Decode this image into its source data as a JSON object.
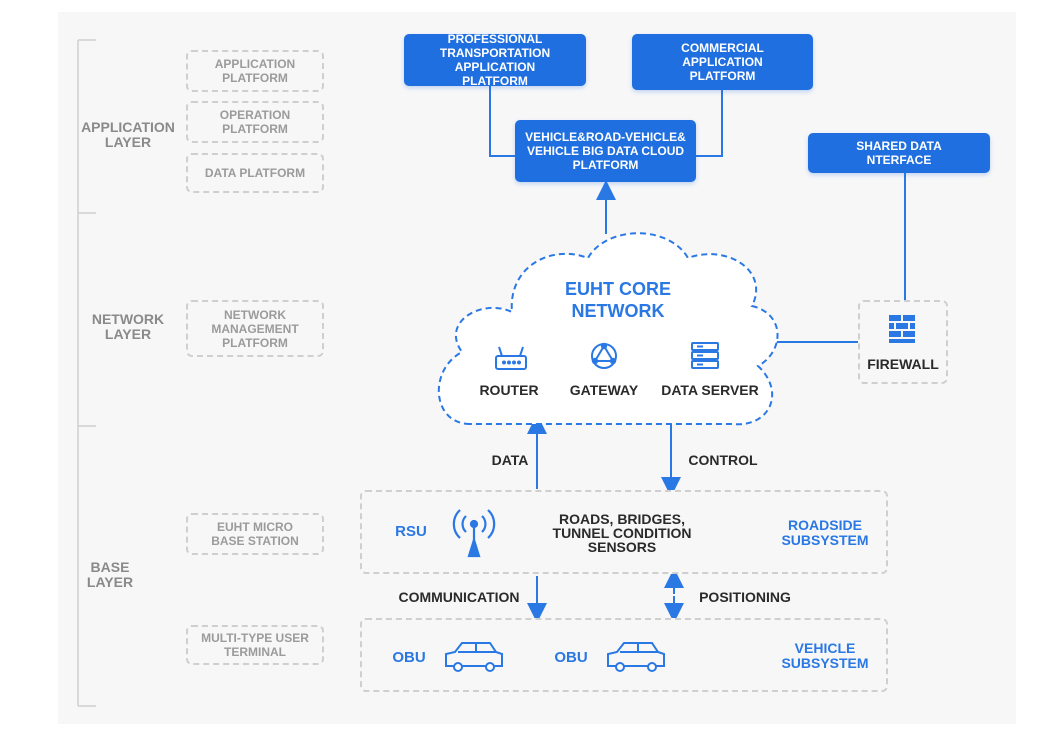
{
  "layers": {
    "application": "APPLICATION LAYER",
    "network": "NETWORK LAYER",
    "base": "BASE LAYER"
  },
  "left_boxes": {
    "application_platform": "APPLICATION PLATFORM",
    "operation_platform": "OPERATION PLATFORM",
    "data_platform": "DATA PLATFORM",
    "network_management": "NETWORK MANAGEMENT PLATFORM",
    "euht_micro": "EUHT MICRO BASE STATION",
    "multi_type": "MULTI-TYPE USER TERMINAL"
  },
  "top_boxes": {
    "professional": "PROFESSIONAL TRANSPORTATION APPLICATION PLATFORM",
    "commercial": "COMMERCIAL APPLICATION PLATFORM",
    "big_data": "VEHICLE&ROAD-VEHICLE& VEHICLE BIG DATA CLOUD PLATFORM",
    "shared": "SHARED DATA NTERFACE"
  },
  "core": {
    "title": "EUHT CORE NETWORK",
    "router": "ROUTER",
    "gateway": "GATEWAY",
    "data_server": "DATA SERVER",
    "firewall": "FIREWALL"
  },
  "flows": {
    "data": "DATA",
    "control": "CONTROL",
    "communication": "COMMUNICATION",
    "positioning": "POSITIONING"
  },
  "roadside": {
    "rsu": "RSU",
    "sensors": "ROADS, BRIDGES, TUNNEL CONDITION SENSORS",
    "label": "ROADSIDE SUBSYSTEM"
  },
  "vehicle": {
    "obu1": "OBU",
    "obu2": "OBU",
    "label": "VEHICLE SUBSYSTEM"
  },
  "colors": {
    "accent": "#1f6fe0",
    "line": "#2a78e4",
    "muted": "#9b9b9b",
    "dashed": "#cfcfcf"
  },
  "icons": [
    "router-icon",
    "gateway-icon",
    "data-server-icon",
    "firewall-icon",
    "antenna-icon",
    "car-icon"
  ]
}
